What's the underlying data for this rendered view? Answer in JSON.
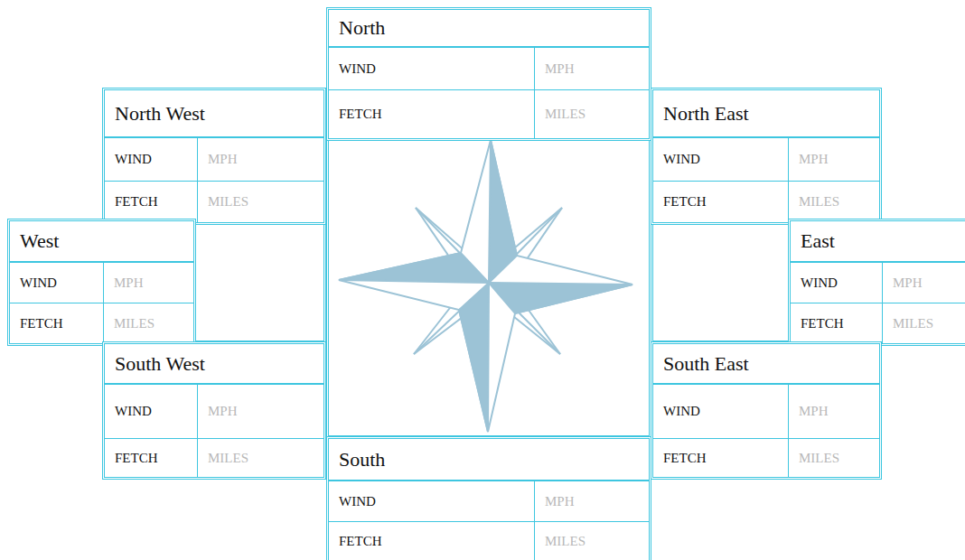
{
  "diagram": {
    "nodes": [
      {
        "text": [
          "North",
          "WIND",
          "MPH",
          "FETCH",
          "MILES"
        ]
      },
      {
        "text": [
          "North West",
          "WIND",
          "MPH",
          "FETCH",
          "MILES"
        ]
      },
      {
        "text": [
          "North East",
          "WIND",
          "MPH",
          "FETCH",
          "MILES"
        ]
      },
      {
        "text": [
          "West",
          "WIND",
          "MPH",
          "FETCH",
          "MILES"
        ]
      },
      {
        "text": [
          "East",
          "WIND",
          "MPH",
          "FETCH",
          "MILES"
        ]
      },
      {
        "text": [
          "South West",
          "WIND",
          "MPH",
          "FETCH",
          "MILES"
        ]
      },
      {
        "text": [
          "South East",
          "WIND",
          "MPH",
          "FETCH",
          "MILES"
        ]
      },
      {
        "text": [
          "South",
          "WIND",
          "MPH",
          "FETCH",
          "MILES"
        ]
      }
    ]
  }
}
